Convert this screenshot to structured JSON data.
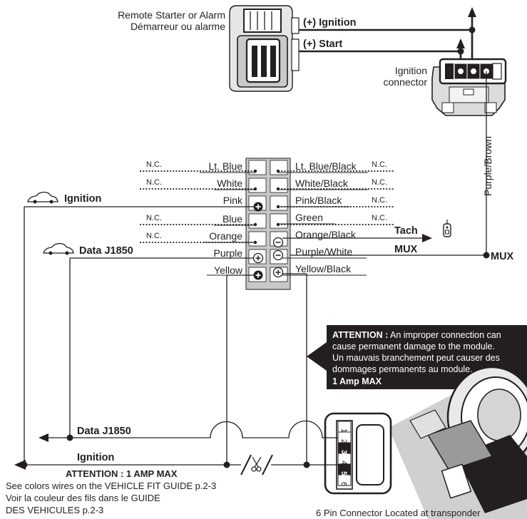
{
  "starter": {
    "title_en": "Remote Starter or Alarm",
    "title_fr": "Démarreur ou alarme",
    "ignition_wire": "(+) Ignition",
    "start_wire": "(+) Start"
  },
  "ignition_connector": {
    "line1": "Ignition",
    "line2": "connector",
    "wire": "Purple/Brown",
    "mux": "MUX"
  },
  "module": {
    "left_labels": [
      "Lt. Blue",
      "White",
      "Pink",
      "Blue",
      "Orange",
      "Purple",
      "Yellow"
    ],
    "right_labels": [
      "Lt. Blue/Black",
      "White/Black",
      "Pink/Black",
      "Green",
      "Orange/Black",
      "Purple/White",
      "Yellow/Black"
    ],
    "nc": "N.C.",
    "tach": "Tach",
    "mux": "MUX"
  },
  "vehicle": {
    "ignition": "Ignition",
    "data_j1850": "Data J1850"
  },
  "attention_box": {
    "line1_bold": "ATTENTION :",
    "line1_rest": " An improper connection can",
    "line2": "cause permanent damage to the module.",
    "line3": "Un mauvais branchement peut causer des",
    "line4": "dommages permanents au module.",
    "line5": "1 Amp MAX"
  },
  "bottom": {
    "data_j1850": "Data J1850",
    "ignition": "Ignition",
    "attention": "ATTENTION : 1 AMP MAX",
    "note1": "See colors wires on the VEHICLE FIT GUIDE p.2-3",
    "note2": "Voir la couleur des fils dans le GUIDE",
    "note3": "DES VEHICULES p.2-3",
    "connector_caption": "6 Pin Connector Located at transponder",
    "pins": [
      "1",
      "2",
      "3",
      "4",
      "5",
      "6"
    ]
  }
}
